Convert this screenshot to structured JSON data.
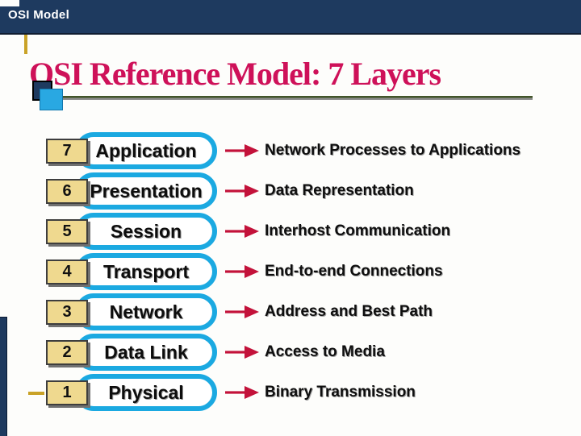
{
  "header": {
    "title": "OSI Model"
  },
  "slide": {
    "title": "OSI Reference Model: 7 Layers"
  },
  "layers": [
    {
      "number": "7",
      "name": "Application",
      "description": "Network Processes to Applications"
    },
    {
      "number": "6",
      "name": "Presentation",
      "description": "Data Representation"
    },
    {
      "number": "5",
      "name": "Session",
      "description": "Interhost Communication"
    },
    {
      "number": "4",
      "name": "Transport",
      "description": "End-to-end Connections"
    },
    {
      "number": "3",
      "name": "Network",
      "description": "Address and Best Path"
    },
    {
      "number": "2",
      "name": "Data Link",
      "description": "Access to Media"
    },
    {
      "number": "1",
      "name": "Physical",
      "description": "Binary Transmission"
    }
  ],
  "colors": {
    "header_navy": "#1e3a5f",
    "title_crimson": "#ce1159",
    "layer_border_cyan": "#1ba9e1",
    "number_box_tan": "#efd98f",
    "arrow_red": "#c3123a",
    "accent_gold": "#c9a227"
  }
}
